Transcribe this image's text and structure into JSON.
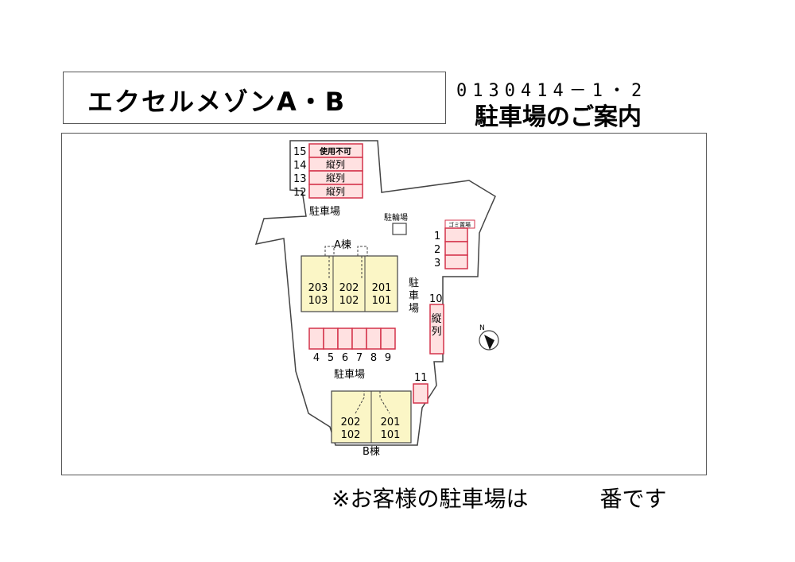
{
  "title": "エクセルメゾンA・B",
  "code": "0130414－1・2",
  "subtitle": "駐車場のご案内",
  "footer": {
    "prefix": "※お客様の駐車場は",
    "suffix": "番です"
  },
  "map": {
    "colors": {
      "building": "#fbf6c6",
      "stall_fill": "#ffe1e1",
      "stall_border": "#d4324a",
      "outline": "#444444"
    },
    "top_stalls": [
      {
        "num": "15",
        "label": "使用不可"
      },
      {
        "num": "14",
        "label": "縦列"
      },
      {
        "num": "13",
        "label": "縦列"
      },
      {
        "num": "12",
        "label": "縦列"
      }
    ],
    "parking_top": "駐車場",
    "bicycle": "駐輪場",
    "garbage": "ゴミ置場",
    "right_stalls": [
      "1",
      "2",
      "3"
    ],
    "building_a": {
      "name": "A棟",
      "units": [
        {
          "upper": "203",
          "lower": "103"
        },
        {
          "upper": "202",
          "lower": "102"
        },
        {
          "upper": "201",
          "lower": "101"
        }
      ]
    },
    "parking_vertical": [
      "駐",
      "車",
      "場"
    ],
    "stall_10": {
      "num": "10",
      "label": [
        "縦",
        "列"
      ]
    },
    "row_stalls": [
      "4",
      "5",
      "6",
      "7",
      "8",
      "9"
    ],
    "parking_middle": "駐車場",
    "stall_11": "11",
    "building_b": {
      "name": "B棟",
      "units": [
        {
          "upper": "202",
          "lower": "102"
        },
        {
          "upper": "201",
          "lower": "101"
        }
      ]
    },
    "north": "N"
  }
}
